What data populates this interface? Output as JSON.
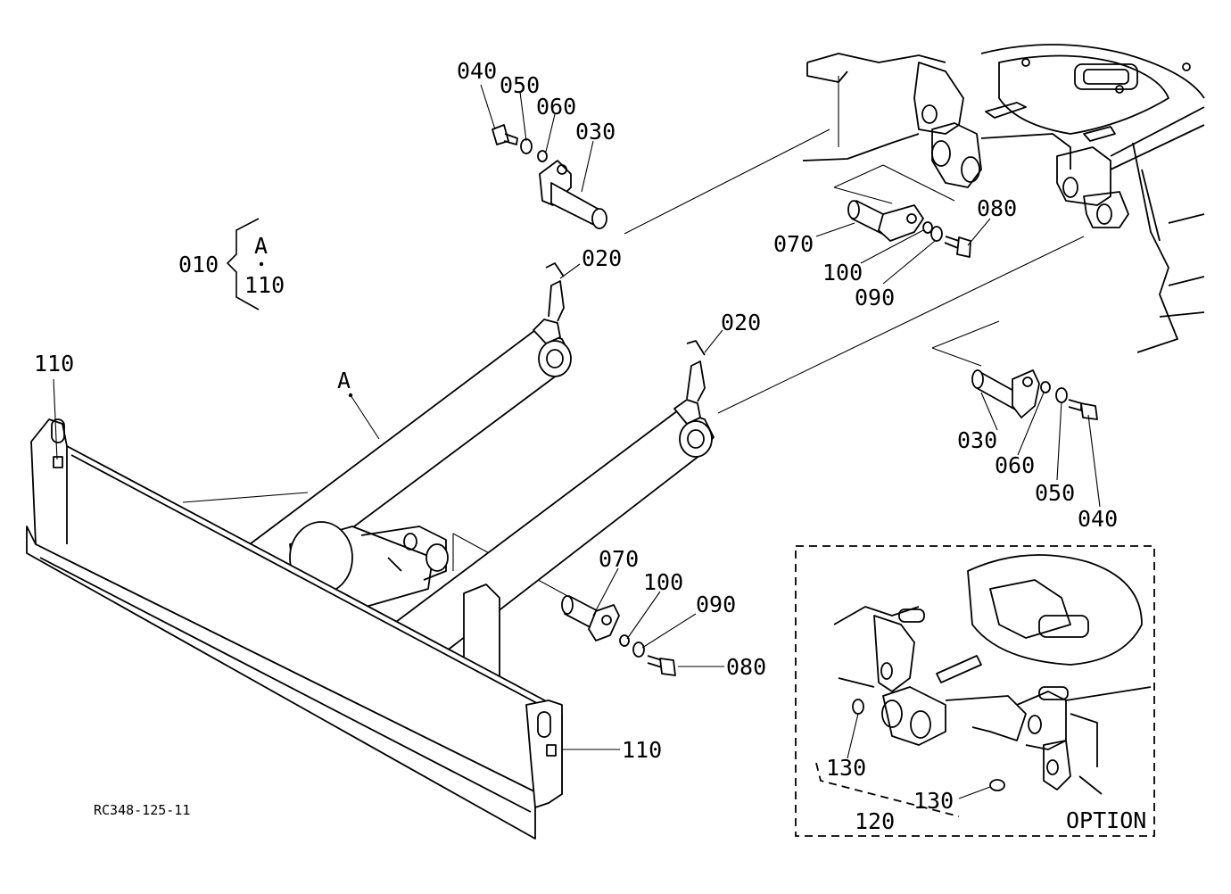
{
  "drawing_code": "RC348-125-11",
  "option_label": "OPTION",
  "group_bracket": {
    "ref": "010",
    "top_label": "A",
    "bottom_label": "110"
  },
  "assembly_label": "A",
  "callouts": {
    "c040_top": "040",
    "c050_top": "050",
    "c060_top": "060",
    "c030_top": "030",
    "c020_left": "020",
    "c020_right": "020",
    "c080_top": "080",
    "c070_top": "070",
    "c100_top": "100",
    "c090_top": "090",
    "c110_left": "110",
    "c030_right": "030",
    "c060_right": "060",
    "c050_right": "050",
    "c040_right": "040",
    "c070_bottom": "070",
    "c100_bottom": "100",
    "c090_bottom": "090",
    "c080_bottom": "080",
    "c110_right": "110",
    "c130_a": "130",
    "c130_b": "130",
    "c120": "120"
  }
}
